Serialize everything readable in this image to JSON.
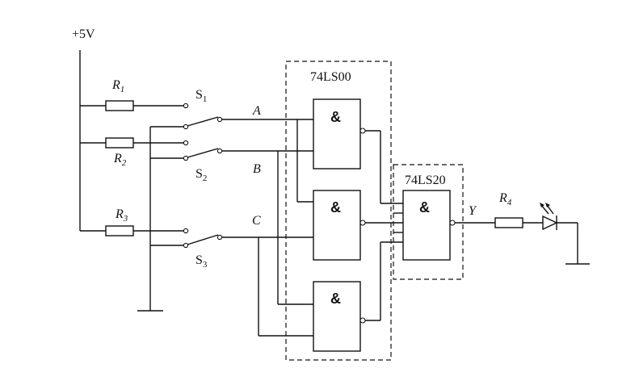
{
  "supply": {
    "label": "+5V"
  },
  "resistors": [
    {
      "letter": "R",
      "sub": "1"
    },
    {
      "letter": "R",
      "sub": "2"
    },
    {
      "letter": "R",
      "sub": "3"
    },
    {
      "letter": "R",
      "sub": "4"
    }
  ],
  "switches": [
    {
      "letter": "S",
      "sub": "1"
    },
    {
      "letter": "S",
      "sub": "2"
    },
    {
      "letter": "S",
      "sub": "3"
    }
  ],
  "inputs": {
    "a": "A",
    "b": "B",
    "c": "C"
  },
  "chips": {
    "nand2": "74LS00",
    "nand4": "74LS20"
  },
  "gate_symbol": "&",
  "output": {
    "label": "Y"
  }
}
